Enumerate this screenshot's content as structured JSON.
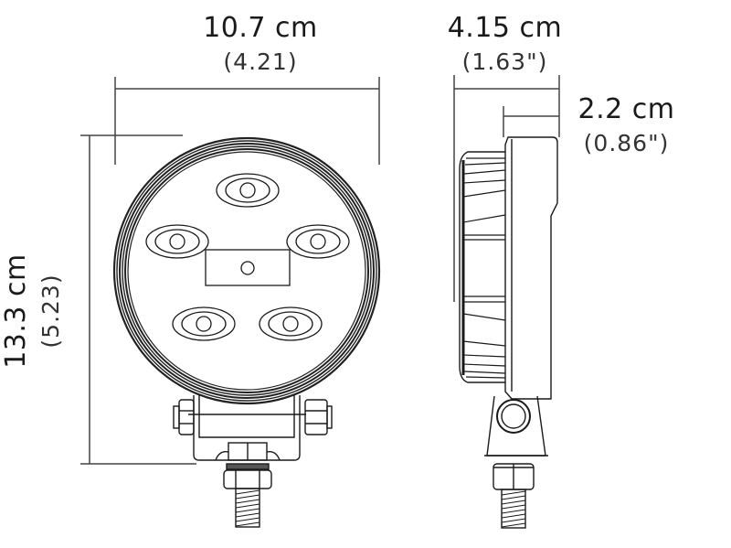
{
  "diagram": {
    "type": "technical-dimension-drawing",
    "subject": "round LED work light with mounting bracket",
    "views": [
      "front",
      "side"
    ],
    "dimensions": {
      "width": {
        "metric": "10.7 cm",
        "imperial": "(4.21)"
      },
      "height": {
        "metric": "13.3 cm",
        "imperial": "(5.23)"
      },
      "depth": {
        "metric": "4.15 cm",
        "imperial": "(1.63\")"
      },
      "housing_depth": {
        "metric": "2.2 cm",
        "imperial": "(0.86\")"
      }
    },
    "front_view": {
      "led_count": 5,
      "center_plate": "rectangular plate with small circle"
    },
    "colors": {
      "line": "#1a1a1a",
      "background": "#ffffff"
    }
  }
}
